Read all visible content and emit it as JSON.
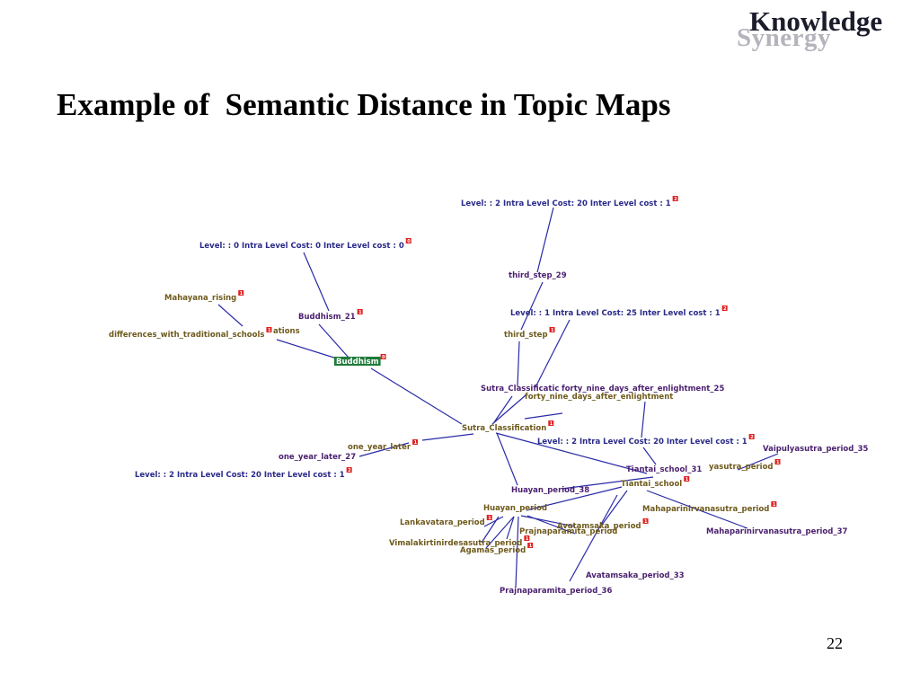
{
  "logo": {
    "top_text": "Knowledge",
    "bottom_text": "Synergy"
  },
  "title": "Example of  Semantic Distance in Topic Maps",
  "page_number": "22",
  "colors": {
    "edge": "#2a2aa8",
    "level_text": "#2a2a8a",
    "topic_text": "#6e5a1c",
    "association_text": "#4a1f6e",
    "center_node": "#1f7a3a",
    "marker": "#e02020"
  },
  "map": {
    "center": "Buddhism",
    "nodes": [
      {
        "id": "lvl_top",
        "text": "Level: : 2 Intra Level Cost: 20 Inter Level cost : 1",
        "kind": "level",
        "marker": "2"
      },
      {
        "id": "lvl0",
        "text": "Level: : 0 Intra Level Cost: 0 Inter Level cost : 0",
        "kind": "level",
        "marker": "0"
      },
      {
        "id": "third_step_29",
        "text": "third_step_29",
        "kind": "assoc"
      },
      {
        "id": "mahayana_rising",
        "text": "Mahayana_rising",
        "kind": "topic",
        "marker": "1"
      },
      {
        "id": "buddhism_21",
        "text": "Buddhism_21",
        "kind": "assoc",
        "marker": "1"
      },
      {
        "id": "lvl1",
        "text": "Level: : 1 Intra Level Cost: 25 Inter Level cost : 1",
        "kind": "level",
        "marker": "2"
      },
      {
        "id": "differences",
        "text": "differences_with_traditional_schools",
        "kind": "topic",
        "marker": "1"
      },
      {
        "id": "ations",
        "text": "ations",
        "kind": "topic"
      },
      {
        "id": "third_step",
        "text": "third_step",
        "kind": "topic",
        "marker": "1"
      },
      {
        "id": "buddhism",
        "text": "Buddhism",
        "kind": "center",
        "marker": "0"
      },
      {
        "id": "sutra_class_fragment",
        "text": "Sutra_Classificatic",
        "kind": "assoc"
      },
      {
        "id": "forty_nine_25",
        "text": "forty_nine_days_after_enlightment_25",
        "kind": "assoc"
      },
      {
        "id": "forty_nine",
        "text": "forty_nine_days_after_enlightment",
        "kind": "topic"
      },
      {
        "id": "sutra_classification",
        "text": "Sutra_Classification",
        "kind": "topic",
        "marker": "1"
      },
      {
        "id": "lvl2_mid",
        "text": "Level: : 2 Intra Level Cost: 20 Inter Level cost : 1",
        "kind": "level",
        "marker": "2"
      },
      {
        "id": "one_year_later",
        "text": "one_year_later",
        "kind": "topic",
        "marker": "1"
      },
      {
        "id": "vaipulyasutra_35",
        "text": "Vaipulyasutra_period_35",
        "kind": "assoc"
      },
      {
        "id": "one_year_later_27",
        "text": "one_year_later_27",
        "kind": "assoc"
      },
      {
        "id": "yasutra_period",
        "text": "yasutra_period",
        "kind": "topic",
        "marker": "1"
      },
      {
        "id": "tiantai_31",
        "text": "Tiantai_school_31",
        "kind": "assoc"
      },
      {
        "id": "lvl2_left",
        "text": "Level: : 2 Intra Level Cost: 20 Inter Level cost : 1",
        "kind": "level",
        "marker": "2"
      },
      {
        "id": "tiantai",
        "text": "Tiantai_school",
        "kind": "topic",
        "marker": "1"
      },
      {
        "id": "huayan_38",
        "text": "Huayan_period_38",
        "kind": "assoc"
      },
      {
        "id": "huayan",
        "text": "Huayan_period",
        "kind": "topic"
      },
      {
        "id": "mahapari",
        "text": "Mahaparinirvanasutra_period",
        "kind": "topic",
        "marker": "1"
      },
      {
        "id": "lankavatara",
        "text": "Lankavatara_period",
        "kind": "topic",
        "marker": "1"
      },
      {
        "id": "avatamsaka",
        "text": "Avatamsaka_period",
        "kind": "topic",
        "marker": "1"
      },
      {
        "id": "mahapari_37",
        "text": "Mahaparinirvanasutra_period_37",
        "kind": "assoc"
      },
      {
        "id": "prajna",
        "text": "Prajnaparamita_period",
        "kind": "topic"
      },
      {
        "id": "vimala",
        "text": "Vimalakirtinirdesasutra_period",
        "kind": "topic",
        "marker": "1"
      },
      {
        "id": "agamas",
        "text": "Agamas_period",
        "kind": "topic",
        "marker": "1"
      },
      {
        "id": "avatamsaka_33",
        "text": "Avatamsaka_period_33",
        "kind": "assoc"
      },
      {
        "id": "prajna_36",
        "text": "Prajnaparamita_period_36",
        "kind": "assoc"
      }
    ]
  }
}
